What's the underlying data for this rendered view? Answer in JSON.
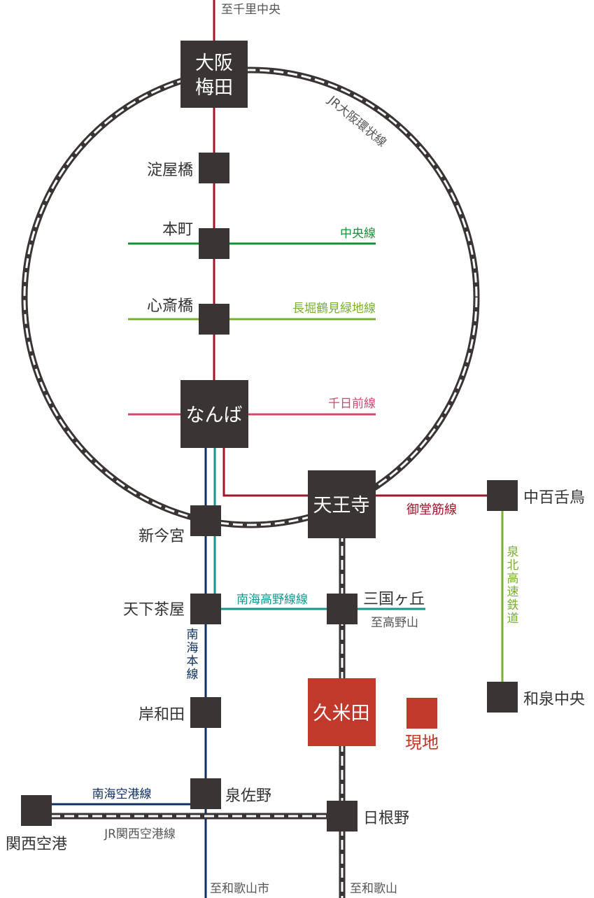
{
  "colors": {
    "midosuji": "#a0162b",
    "chuo": "#17923a",
    "nagahori": "#7ab030",
    "sennichimae": "#d4486e",
    "nankai_koya": "#12978e",
    "nankai_main": "#0d2e61",
    "jr": "#3a3534",
    "semboku": "#7ab030",
    "station": "#3a3534",
    "highlight": "#c0392b",
    "label_text": "#333333",
    "dir_text": "#555555"
  },
  "stations": {
    "umeda": "大阪\n梅田",
    "yodoyabashi": "淀屋橋",
    "honmachi": "本町",
    "shinsaibashi": "心斎橋",
    "namba": "なんば",
    "tennoji": "天王寺",
    "shinimamiya": "新今宮",
    "tengachaya": "天下茶屋",
    "mikunigaoka": "三国ヶ丘",
    "kishiwada": "岸和田",
    "kumeda": "久米田",
    "izumisano": "泉佐野",
    "hineno": "日根野",
    "kanku": "関西空港",
    "nakamozu": "中百舌鳥",
    "izumichuo": "和泉中央"
  },
  "lines": {
    "jr_loop": "JR大阪環状線",
    "chuo": "中央線",
    "nagahori": "長堀鶴見緑地線",
    "sennichimae": "千日前線",
    "midosuji": "御堂筋線",
    "nankai_koya": "南海高野線線",
    "nankai_main": "南海本線",
    "nankai_airport": "南海空港線",
    "jr_kanku": "JR関西空港線",
    "semboku": "泉北高速鉄道"
  },
  "directions": {
    "senri": "至千里中央",
    "koyasan": "至高野山",
    "wakayamashi": "至和歌山市",
    "wakayama": "至和歌山"
  },
  "site": {
    "label": "現地"
  }
}
